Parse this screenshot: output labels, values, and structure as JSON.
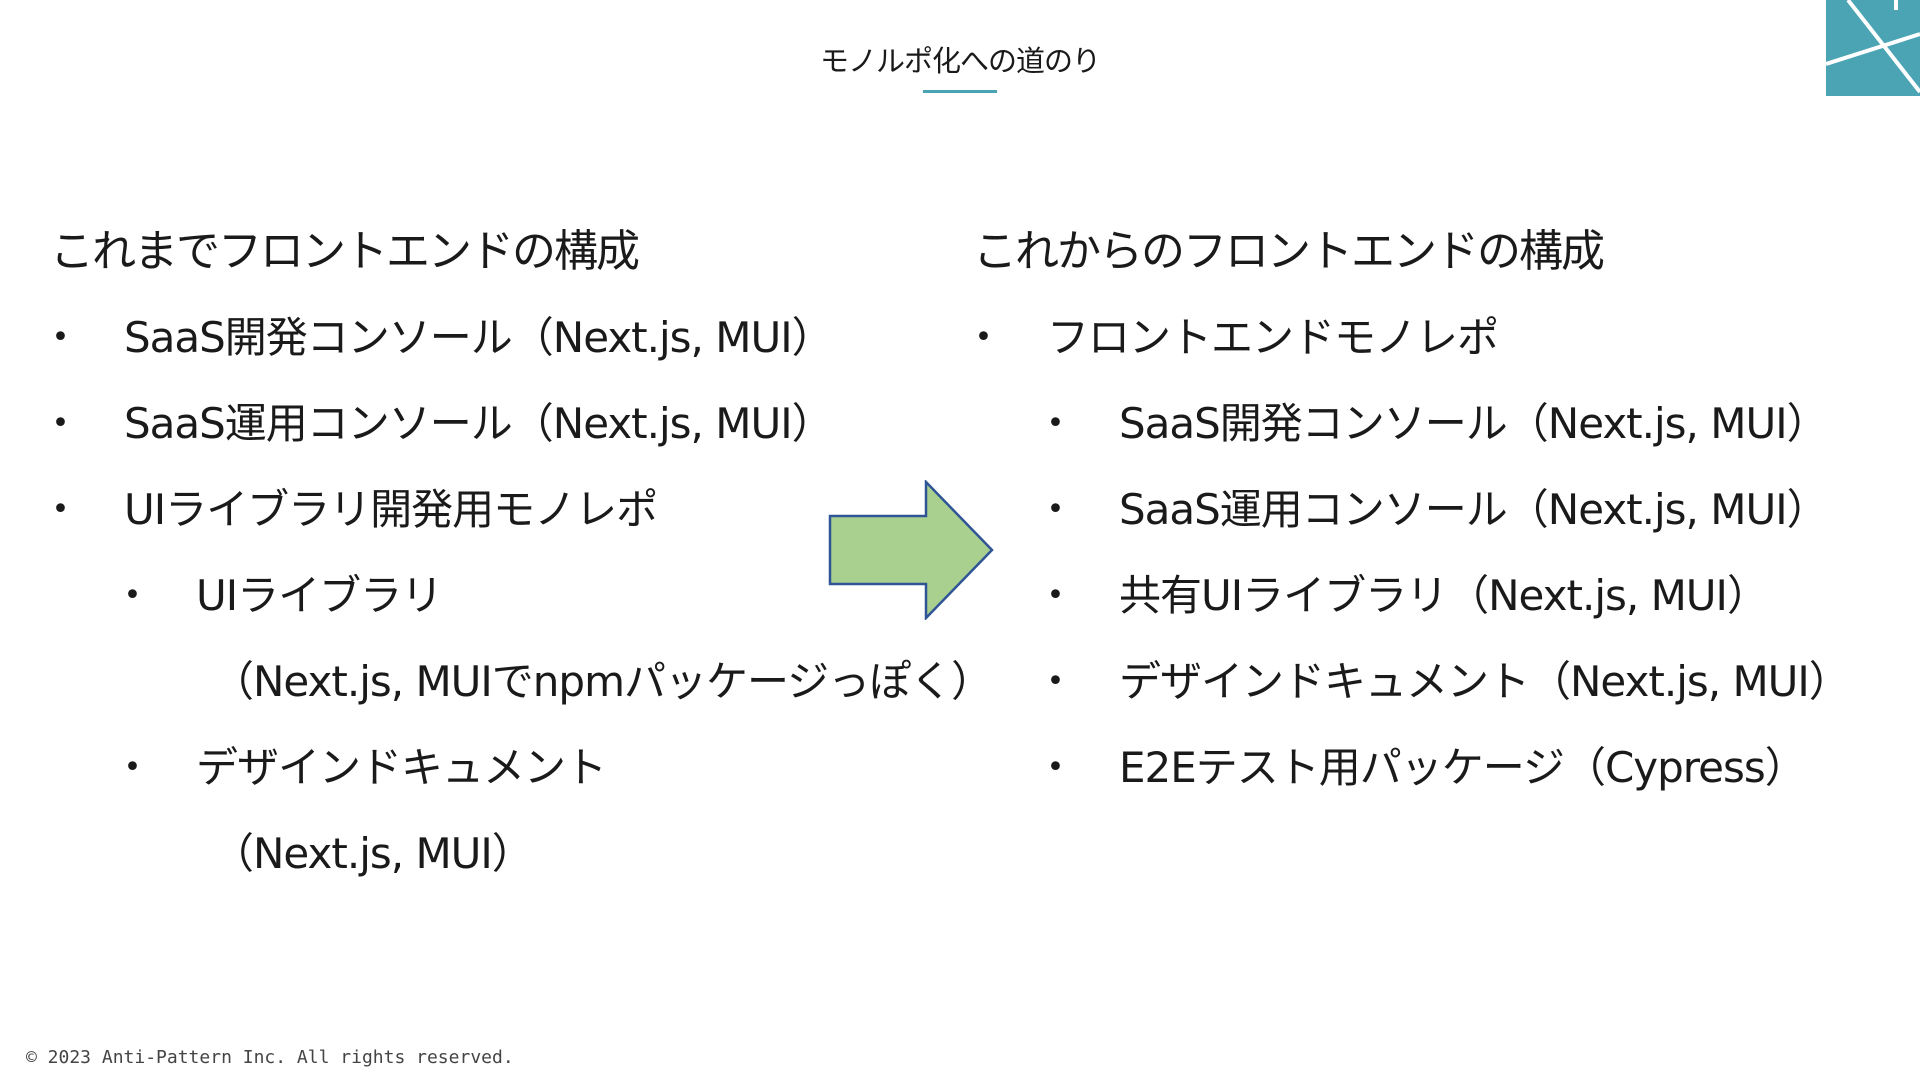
{
  "slide": {
    "title": "モノルポ化への道のり",
    "footer": "© 2023 Anti-Pattern Inc. All rights reserved."
  },
  "left": {
    "heading": "これまでフロントエンドの構成",
    "items": [
      "SaaS開発コンソール（Next.js, MUI）",
      "SaaS運用コンソール（Next.js, MUI）",
      "UIライブラリ開発用モノレポ",
      "UIライブラリ",
      "（Next.js, MUIでnpmパッケージっぽく）",
      "デザインドキュメント",
      "（Next.js, MUI）"
    ]
  },
  "right": {
    "heading": "これからのフロントエンドの構成",
    "items": [
      "フロントエンドモノレポ",
      "SaaS開発コンソール（Next.js, MUI）",
      "SaaS運用コンソール（Next.js, MUI）",
      "共有UIライブラリ（Next.js, MUI）",
      "デザインドキュメント（Next.js, MUI）",
      "E2Eテスト用パッケージ（Cypress）"
    ]
  },
  "bullet_glyph": "•",
  "colors": {
    "accent_teal": "#4aa4b4",
    "arrow_fill": "#a9d08e",
    "arrow_stroke": "#2f5597"
  },
  "icons": {
    "logo": "company-logo-icon",
    "arrow": "right-arrow-icon"
  }
}
